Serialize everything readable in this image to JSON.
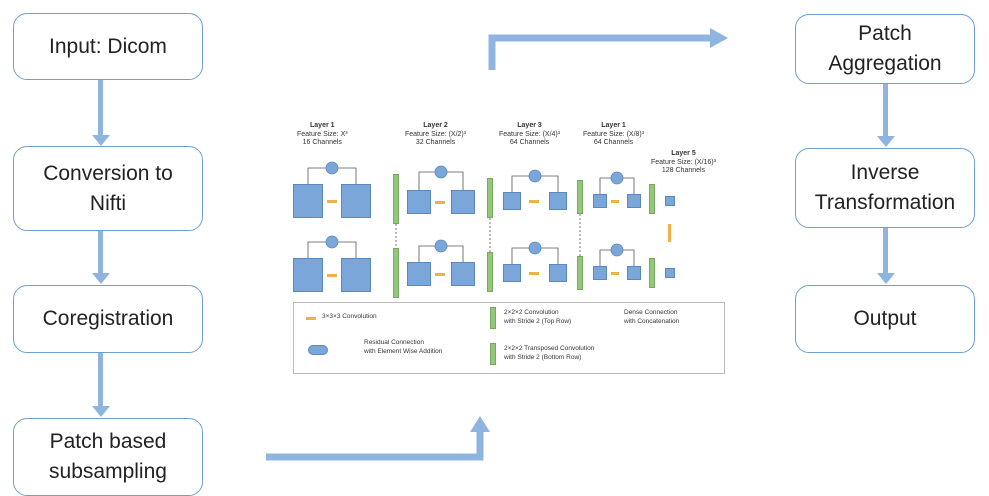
{
  "left_column": [
    "Input: Dicom",
    "Conversion to\nNifti",
    "Coregistration",
    "Patch based\nsubsampling"
  ],
  "right_column": [
    "Patch\nAggregation",
    "Inverse\nTransformation",
    "Output"
  ],
  "network": {
    "layers": [
      {
        "title": "Layer 1",
        "size": "Feature Size: X³",
        "channels": "16 Channels"
      },
      {
        "title": "Layer 2",
        "size": "Feature Size: (X/2)³",
        "channels": "32 Channels"
      },
      {
        "title": "Layer 3",
        "size": "Feature Size: (X/4)³",
        "channels": "64 Channels"
      },
      {
        "title": "Layer 1",
        "size": "Feature Size: (X/8)³",
        "channels": "64 Channels"
      },
      {
        "title": "Layer 5",
        "size": "Feature Size: (X/16)³",
        "channels": "128 Channels"
      }
    ],
    "legend": {
      "conv": "3×3×3 Convolution",
      "residual": "Residual Connection\nwith Element Wise Addition",
      "stride_conv": "2×2×2 Convolution\nwith Stride 2 (Top Row)",
      "transposed": "2×2×2 Transposed Convolution\nwith Stride 2 (Bottom Row)",
      "dense": "Dense Connection\nwith Concatenation"
    }
  },
  "colors": {
    "box_border": "#6f9fd0",
    "arrow": "#8fb4df",
    "cube": "#7aa6d9",
    "bar": "#94c77b",
    "conv_arrow": "#f0b14a"
  }
}
